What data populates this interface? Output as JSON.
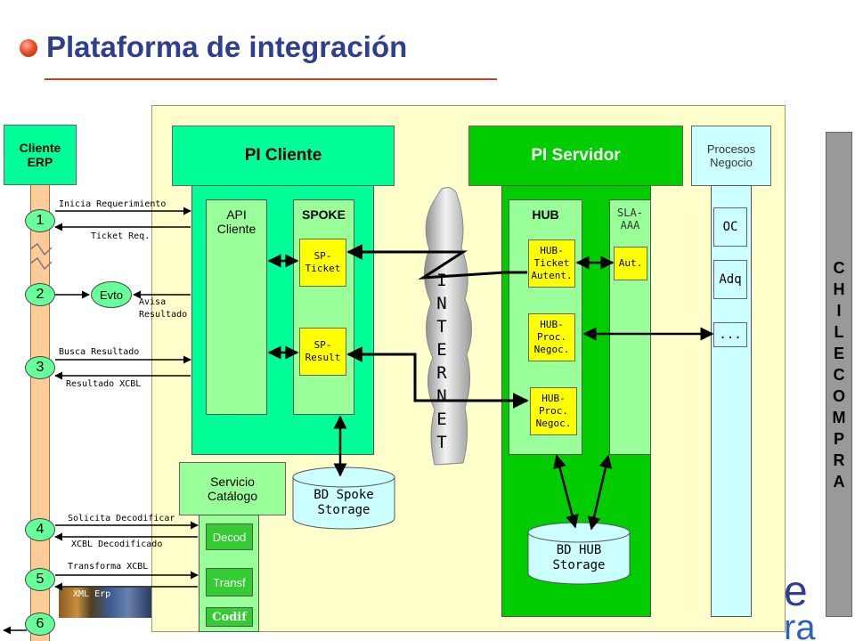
{
  "title": "Plataforma de integración",
  "cliente_erp": {
    "line1": "Cliente",
    "line2": "ERP"
  },
  "pi_cliente": {
    "title": "PI Cliente",
    "api_cliente": {
      "line1": "API",
      "line2": "Cliente"
    },
    "spoke": "SPOKE",
    "sp_ticket": {
      "line1": "SP-",
      "line2": "Ticket"
    },
    "sp_result": {
      "line1": "SP-",
      "line2": "Result"
    },
    "bd_spoke": {
      "line1": "BD Spoke",
      "line2": "Storage"
    }
  },
  "servicio_catalogo": {
    "line1": "Servicio",
    "line2": "Catálogo",
    "decod": "Decod",
    "transf": "Transf",
    "codif": "Codif"
  },
  "internet_letters": [
    "I",
    "N",
    "T",
    "E",
    "R",
    "N",
    "E",
    "T"
  ],
  "pi_servidor": {
    "title": "PI Servidor",
    "hub": "HUB",
    "hub_ticket": {
      "line1": "HUB-",
      "line2": "Ticket",
      "line3": "Autent."
    },
    "hub_proc1": {
      "line1": "HUB-",
      "line2": "Proc.",
      "line3": "Negoc."
    },
    "hub_proc2": {
      "line1": "HUB-",
      "line2": "Proc.",
      "line3": "Negoc."
    },
    "sla": {
      "line1": "SLA-",
      "line2": "AAA"
    },
    "aut": "Aut.",
    "bd_hub": {
      "line1": "BD HUB",
      "line2": "Storage"
    }
  },
  "procesos": {
    "line1": "Procesos",
    "line2": "Negocio",
    "oc": "OC",
    "adq": "Adq",
    "more": "..."
  },
  "chilecompra_letters": [
    "C",
    "H",
    "I",
    "L",
    "E",
    "C",
    "O",
    "M",
    "P",
    "R",
    "A"
  ],
  "steps": [
    "1",
    "2",
    "3",
    "4",
    "5",
    "6"
  ],
  "evto": "Evto",
  "messages": {
    "inicia": "Inicia Requerimiento",
    "ticket": "Ticket Req.",
    "avisa1": "Avisa",
    "avisa2": "Resultado",
    "busca": "Busca Resultado",
    "resultado": "Resultado XCBL",
    "solicita": "Solicita Decodificar",
    "xcbl_decod": "XCBL Decodificado",
    "transforma": "Transforma XCBL",
    "xml": "XML Erp"
  },
  "colors": {
    "pi_cliente": "#00ff99",
    "pi_servidor": "#00cc00",
    "panel": "#ffffcc",
    "yellow": "#ffff00",
    "light_blue": "#ccffff",
    "title": "#2e3f8f",
    "erp_bar": "#ffcc99"
  }
}
